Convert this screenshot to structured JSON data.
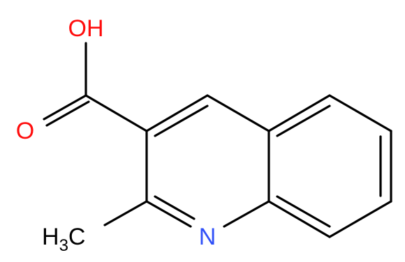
{
  "molecule": {
    "atoms": {
      "hydroxyl": "OH",
      "carbonyl_oxygen": "O",
      "ring_nitrogen": "N",
      "methyl_h": "H",
      "methyl_h_count": "3",
      "methyl_c": "C"
    },
    "colors": {
      "bond": "#000000",
      "oxygen": "#ff0d0d",
      "nitrogen": "#3050f8",
      "carbon_hydrogen": "#000000"
    }
  }
}
